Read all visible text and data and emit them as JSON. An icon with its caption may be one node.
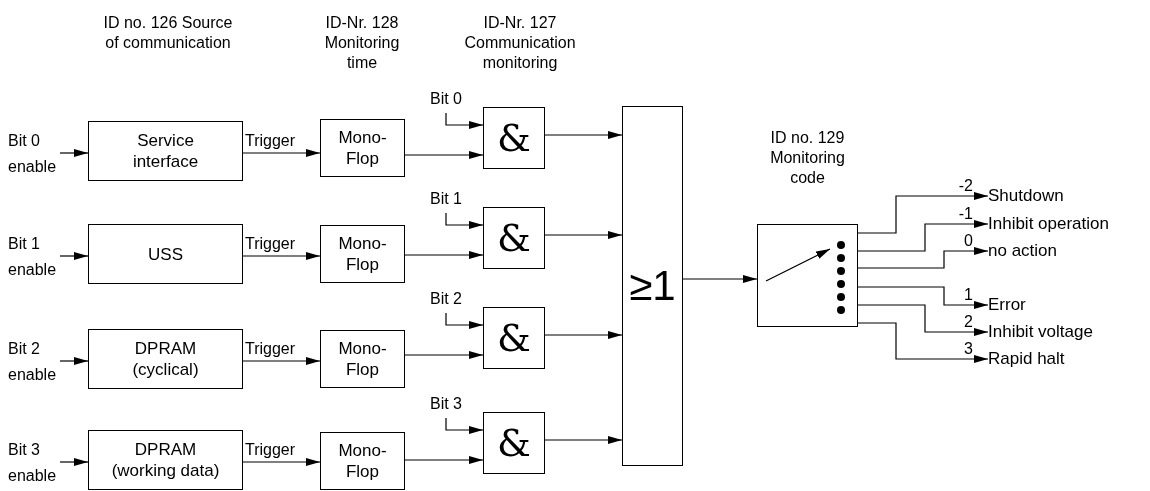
{
  "diagram": {
    "nodes": [
      {
        "text": [
          "Service interface"
        ]
      },
      {
        "text": [
          "USS"
        ]
      },
      {
        "text": [
          "DPRAM (cyclical)"
        ]
      },
      {
        "text": [
          "DPRAM (working data)"
        ]
      },
      {
        "text": [
          "Mono-Flop"
        ]
      },
      {
        "text": [
          "Mono-Flop"
        ]
      },
      {
        "text": [
          "Mono-Flop"
        ]
      },
      {
        "text": [
          "Mono-Flop"
        ]
      },
      {
        "text": [
          "&"
        ]
      },
      {
        "text": [
          "&"
        ]
      },
      {
        "text": [
          "&"
        ]
      },
      {
        "text": [
          "&"
        ]
      },
      {
        "text": [
          "≥1"
        ]
      },
      {
        "text": [],
        "shape": "box"
      },
      {
        "text": [
          "Shutdown"
        ]
      },
      {
        "text": [
          "Inhibit operation"
        ]
      },
      {
        "text": [
          "no action"
        ]
      },
      {
        "text": [
          "Error"
        ]
      },
      {
        "text": [
          "Inhibit voltage"
        ]
      },
      {
        "text": [
          "Rapid halt"
        ]
      },
      {
        "text": [
          "Bit 0",
          "enable"
        ]
      },
      {
        "text": [
          "Bit 1",
          "enable"
        ]
      },
      {
        "text": [
          "Bit 2",
          "enable"
        ]
      },
      {
        "text": [
          "Bit 3",
          "enable"
        ]
      }
    ],
    "edges": [
      {
        "from": 20,
        "to": 0,
        "arrow": "to"
      },
      {
        "from": 21,
        "to": 1,
        "arrow": "to"
      },
      {
        "from": 22,
        "to": 2,
        "arrow": "to"
      },
      {
        "from": 23,
        "to": 3,
        "arrow": "to"
      },
      {
        "from": 0,
        "to": 4,
        "arrow": "to",
        "label": "Trigger"
      },
      {
        "from": 1,
        "to": 5,
        "arrow": "to",
        "label": "Trigger"
      },
      {
        "from": 2,
        "to": 6,
        "arrow": "to",
        "label": "Trigger"
      },
      {
        "from": 3,
        "to": 7,
        "arrow": "to",
        "label": "Trigger"
      },
      {
        "from": 4,
        "to": 8,
        "arrow": "to"
      },
      {
        "from": 5,
        "to": 9,
        "arrow": "to"
      },
      {
        "from": 6,
        "to": 10,
        "arrow": "to"
      },
      {
        "from": 7,
        "to": 11,
        "arrow": "to"
      },
      {
        "from": null,
        "to": 8,
        "arrow": "to",
        "label": "Bit 0"
      },
      {
        "from": null,
        "to": 9,
        "arrow": "to",
        "label": "Bit 1"
      },
      {
        "from": null,
        "to": 10,
        "arrow": "to",
        "label": "Bit 2"
      },
      {
        "from": null,
        "to": 11,
        "arrow": "to",
        "label": "Bit 3"
      },
      {
        "from": 8,
        "to": 12,
        "arrow": "to"
      },
      {
        "from": 9,
        "to": 12,
        "arrow": "to"
      },
      {
        "from": 10,
        "to": 12,
        "arrow": "to"
      },
      {
        "from": 11,
        "to": 12,
        "arrow": "to"
      },
      {
        "from": 12,
        "to": 13,
        "arrow": "to"
      },
      {
        "from": 13,
        "to": 14,
        "arrow": "to",
        "label": "-2"
      },
      {
        "from": 13,
        "to": 15,
        "arrow": "to",
        "label": "-1"
      },
      {
        "from": 13,
        "to": 16,
        "arrow": "to",
        "label": "0"
      },
      {
        "from": 13,
        "to": 17,
        "arrow": "to",
        "label": "1"
      },
      {
        "from": 13,
        "to": 18,
        "arrow": "to",
        "label": "2"
      },
      {
        "from": 13,
        "to": 19,
        "arrow": "to",
        "label": "3"
      }
    ],
    "labels": [
      "ID no. 126 Source of communication",
      "ID-Nr. 128 Monitoring time",
      "ID-Nr. 127 Communication monitoring",
      "ID no. 129 Monitoring code"
    ]
  }
}
